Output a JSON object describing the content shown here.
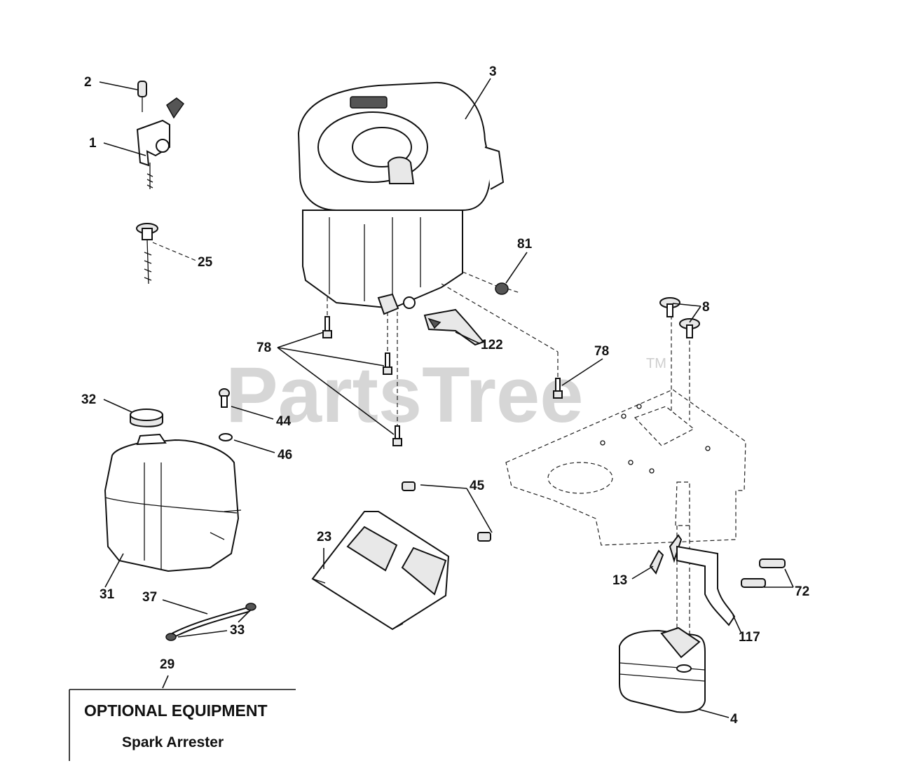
{
  "watermark": {
    "text": "PartsTree",
    "trademark": "TM"
  },
  "parts": [
    {
      "id": "label-2",
      "text": "2"
    },
    {
      "id": "label-1",
      "text": "1"
    },
    {
      "id": "label-3",
      "text": "3"
    },
    {
      "id": "label-25",
      "text": "25"
    },
    {
      "id": "label-81",
      "text": "81"
    },
    {
      "id": "label-8",
      "text": "8"
    },
    {
      "id": "label-78a",
      "text": "78"
    },
    {
      "id": "label-78b",
      "text": "78"
    },
    {
      "id": "label-122",
      "text": "122"
    },
    {
      "id": "label-32",
      "text": "32"
    },
    {
      "id": "label-44",
      "text": "44"
    },
    {
      "id": "label-46",
      "text": "46"
    },
    {
      "id": "label-45",
      "text": "45"
    },
    {
      "id": "label-23",
      "text": "23"
    },
    {
      "id": "label-31",
      "text": "31"
    },
    {
      "id": "label-37",
      "text": "37"
    },
    {
      "id": "label-33",
      "text": "33"
    },
    {
      "id": "label-13",
      "text": "13"
    },
    {
      "id": "label-72",
      "text": "72"
    },
    {
      "id": "label-117",
      "text": "117"
    },
    {
      "id": "label-4",
      "text": "4"
    },
    {
      "id": "label-29",
      "text": "29"
    }
  ],
  "optional_equipment": {
    "title": "OPTIONAL EQUIPMENT",
    "item": "Spark Arrester"
  }
}
